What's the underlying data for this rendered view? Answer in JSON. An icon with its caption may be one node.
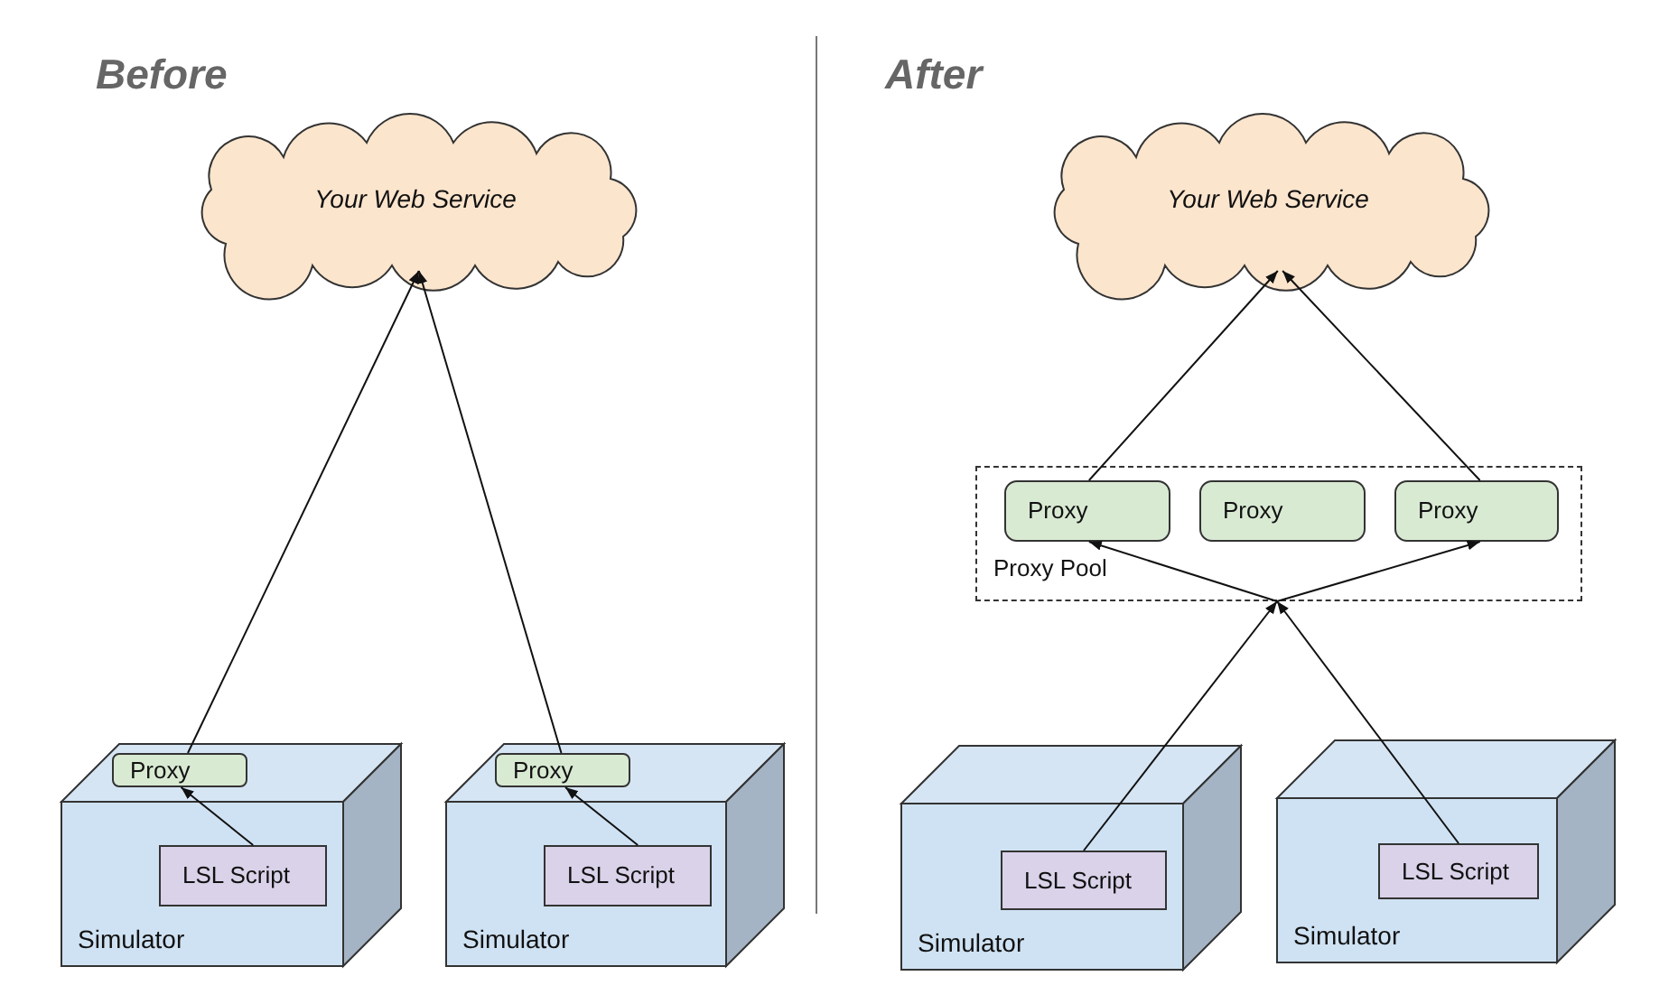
{
  "diagram": {
    "nodes": [
      {
        "text": [
          "Your Web Service"
        ]
      },
      {
        "text": [
          "Simulator"
        ]
      },
      {
        "text": [
          "Proxy"
        ]
      },
      {
        "text": [
          "LSL Script"
        ],
        "in": 1
      },
      {
        "text": [
          "Simulator"
        ]
      },
      {
        "text": [
          "Proxy"
        ]
      },
      {
        "text": [
          "LSL Script"
        ],
        "in": 4
      },
      {
        "text": [
          "Your Web Service"
        ]
      },
      {
        "text": [
          "Proxy Pool"
        ]
      },
      {
        "text": [
          "Proxy"
        ],
        "in": 8
      },
      {
        "text": [
          "Proxy"
        ],
        "in": 8
      },
      {
        "text": [
          "Proxy"
        ],
        "in": 8
      },
      {
        "text": [
          "Simulator"
        ]
      },
      {
        "text": [
          "LSL Script"
        ],
        "in": 12
      },
      {
        "text": [
          "Simulator"
        ]
      },
      {
        "text": [
          "LSL Script"
        ],
        "in": 14
      }
    ],
    "edges": [
      {
        "from": 3,
        "to": 2,
        "arrow": "to"
      },
      {
        "from": 2,
        "to": 0,
        "arrow": "to"
      },
      {
        "from": 6,
        "to": 5,
        "arrow": "to"
      },
      {
        "from": 5,
        "to": 0,
        "arrow": "to"
      },
      {
        "from": 13,
        "to": 8,
        "arrow": "to"
      },
      {
        "from": 15,
        "to": 8,
        "arrow": "to"
      },
      {
        "from": 8,
        "to": 9,
        "arrow": "to"
      },
      {
        "from": 8,
        "to": 11,
        "arrow": "to"
      },
      {
        "from": 9,
        "to": 7,
        "arrow": "to"
      },
      {
        "from": 11,
        "to": 7,
        "arrow": "to"
      }
    ],
    "labels": [
      "Before",
      "After"
    ]
  }
}
